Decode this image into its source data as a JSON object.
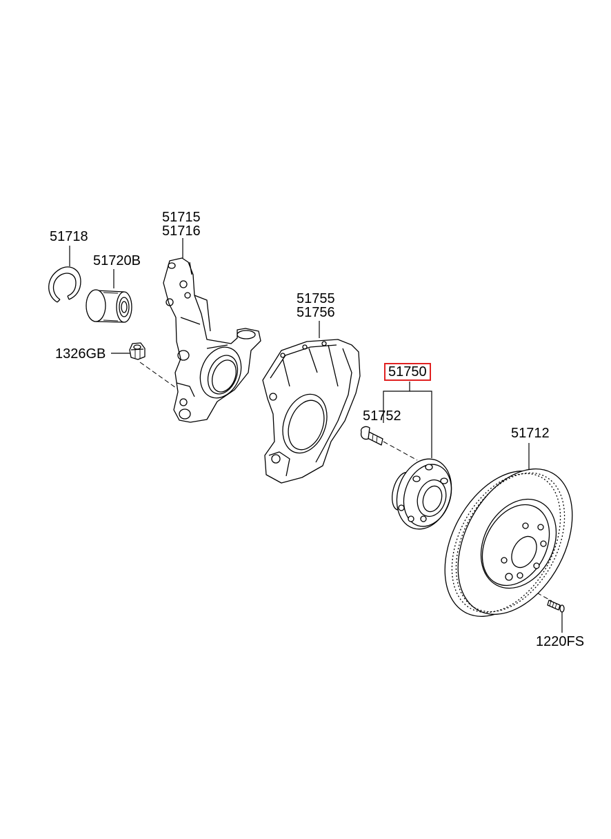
{
  "parts": [
    {
      "id": "snap-ring",
      "number": "51718"
    },
    {
      "id": "bearing",
      "number": "51720B"
    },
    {
      "id": "knuckle",
      "numbers": [
        "51715",
        "51716"
      ]
    },
    {
      "id": "nut",
      "number": "1326GB"
    },
    {
      "id": "dust-cover",
      "numbers": [
        "51755",
        "51756"
      ]
    },
    {
      "id": "hub-assembly",
      "number": "51750",
      "highlighted": true,
      "highlight_color": "#e02020"
    },
    {
      "id": "hub-bolt",
      "number": "51752"
    },
    {
      "id": "brake-disc",
      "number": "51712"
    },
    {
      "id": "disc-screw",
      "number": "1220FS"
    }
  ]
}
